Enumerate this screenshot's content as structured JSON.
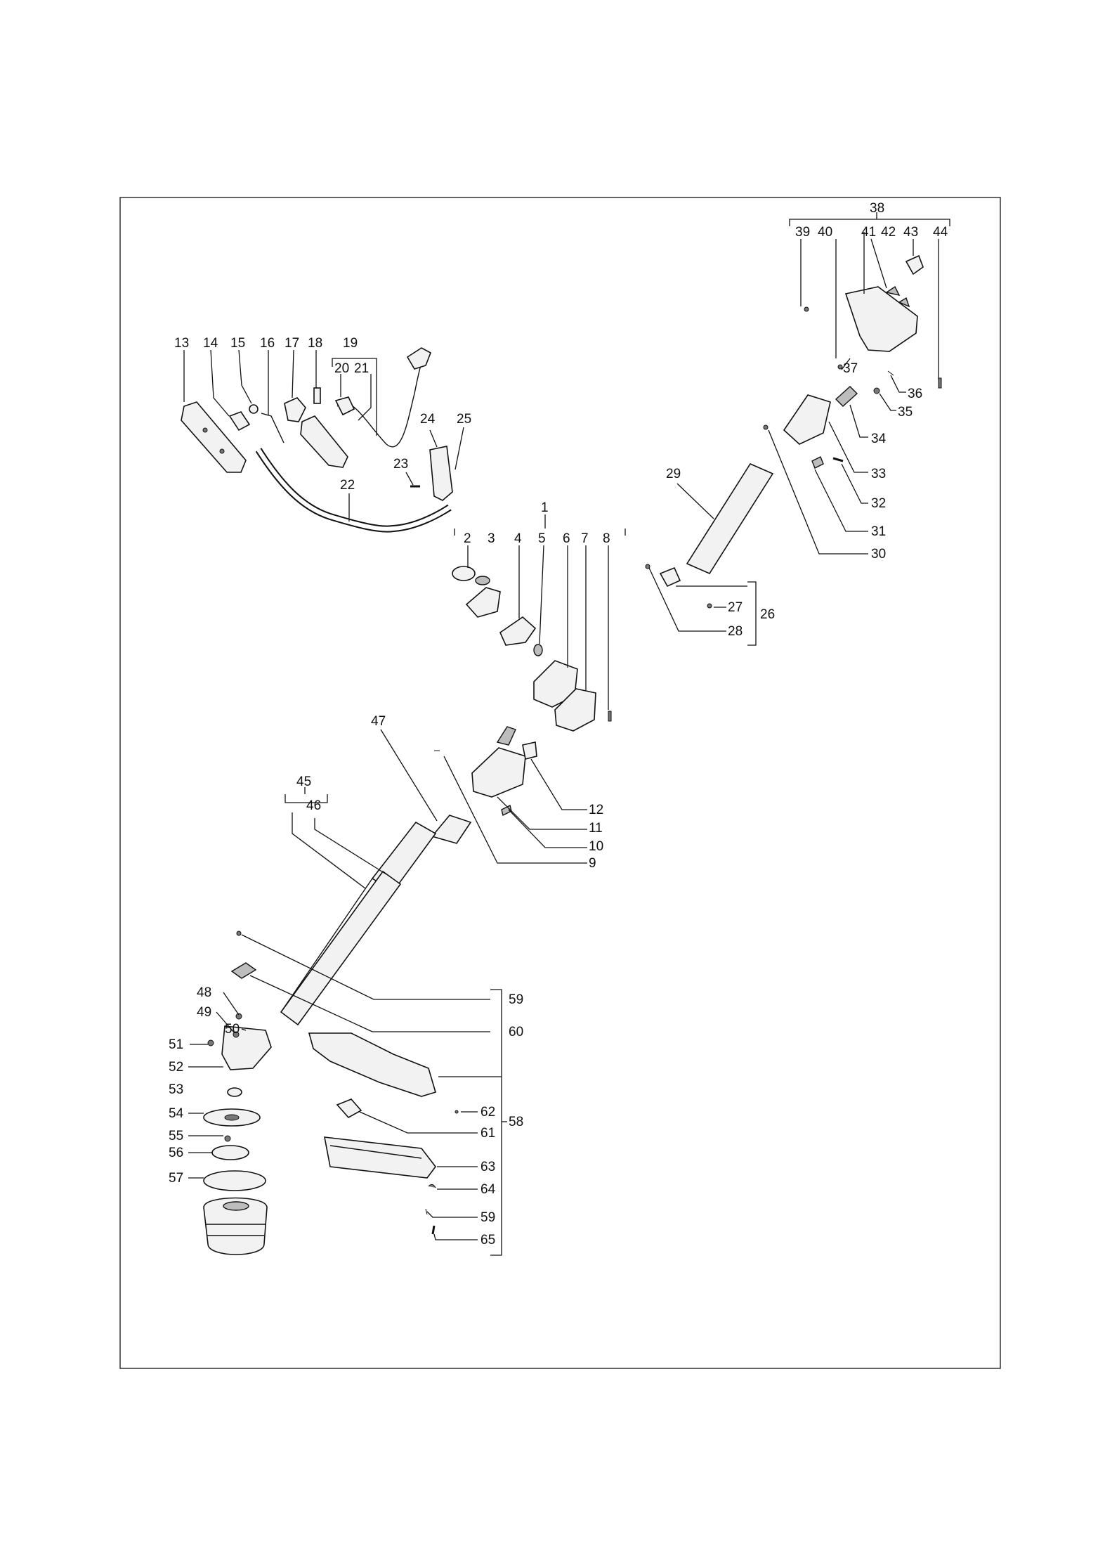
{
  "diagram": {
    "header_fragment": "ᅟᅟᅟ",
    "labels": {
      "p1": "1",
      "p2": "2",
      "p3": "3",
      "p4": "4",
      "p5": "5",
      "p6": "6",
      "p7": "7",
      "p8": "8",
      "p9": "9",
      "p10": "10",
      "p11": "11",
      "p12": "12",
      "p13": "13",
      "p14": "14",
      "p15": "15",
      "p16": "16",
      "p17": "17",
      "p18": "18",
      "p19": "19",
      "p20": "20",
      "p21": "21",
      "p22": "22",
      "p23": "23",
      "p24": "24",
      "p25": "25",
      "p26": "26",
      "p27": "27",
      "p28": "28",
      "p29": "29",
      "p30": "30",
      "p31": "31",
      "p32": "32",
      "p33": "33",
      "p34": "34",
      "p35": "35",
      "p36": "36",
      "p37": "37",
      "p38": "38",
      "p39": "39",
      "p40": "40",
      "p41": "41",
      "p42": "42",
      "p43": "43",
      "p44": "44",
      "p45": "45",
      "p46": "46",
      "p47": "47",
      "p48": "48",
      "p49": "49",
      "p50": "50",
      "p51": "51",
      "p52": "52",
      "p53": "53",
      "p54": "54",
      "p55": "55",
      "p56": "56",
      "p57": "57",
      "p58": "58",
      "p59": "59",
      "p59b": "59",
      "p60": "60",
      "p61": "61",
      "p62": "62",
      "p63": "63",
      "p64": "64",
      "p65": "65"
    }
  }
}
